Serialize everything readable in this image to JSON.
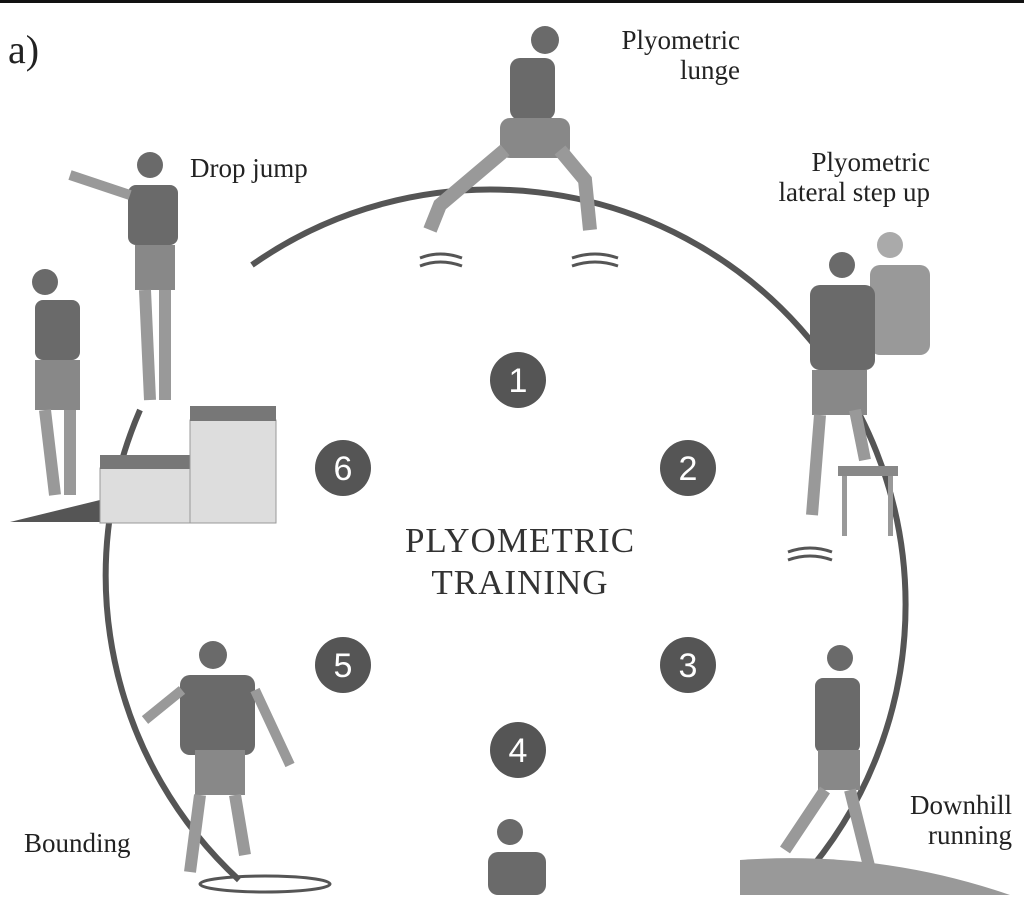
{
  "panel_label": "a)",
  "center_title": {
    "line1": "PLYOMETRIC",
    "line2": "TRAINING"
  },
  "steps": [
    {
      "number": "1",
      "line1": "Plyometric",
      "line2": "lunge"
    },
    {
      "number": "2",
      "line1": "Plyometric",
      "line2": "lateral step up"
    },
    {
      "number": "3",
      "line1": "Downhill",
      "line2": "running"
    },
    {
      "number": "4"
    },
    {
      "number": "5",
      "line1": "Bounding"
    },
    {
      "number": "6",
      "line1": "Drop jump"
    }
  ],
  "colors": {
    "ring": "#555555",
    "badge": "#555555",
    "figure": "#6a6a6a",
    "step": "#8a8a8a"
  }
}
